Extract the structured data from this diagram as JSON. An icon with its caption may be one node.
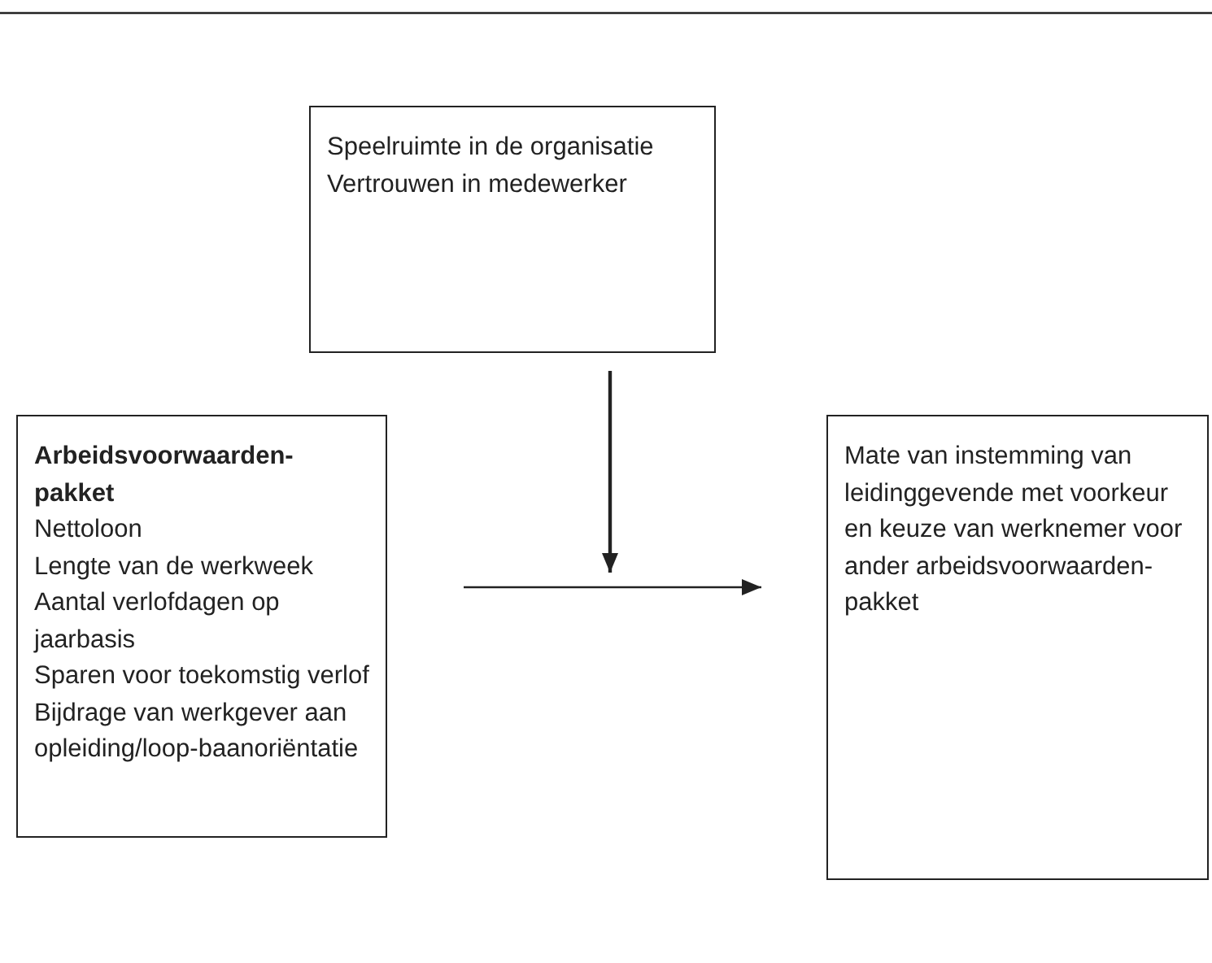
{
  "diagram": {
    "nodes": [
      {
        "text": [
          "Speelruimte in de organisatie",
          "Vertrouwen in medewerker"
        ]
      },
      {
        "text": [
          "Arbeidsvoorwaarden-pakket",
          "Nettoloon",
          "Lengte van de werkweek",
          "Aantal verlofdagen op jaarbasis",
          "Sparen voor toekomstig verlof",
          "Bijdrage van werkgever aan opleiding/loop-baanoriëntatie"
        ]
      },
      {
        "text": [
          "Mate van instemming van leidinggevende met voorkeur en keuze van werknemer voor ander arbeidsvoorwaarden-pakket"
        ]
      }
    ],
    "edges": [
      {
        "from": 0,
        "to": null,
        "arrow": "to"
      },
      {
        "from": 1,
        "to": 2,
        "arrow": "to"
      }
    ]
  }
}
